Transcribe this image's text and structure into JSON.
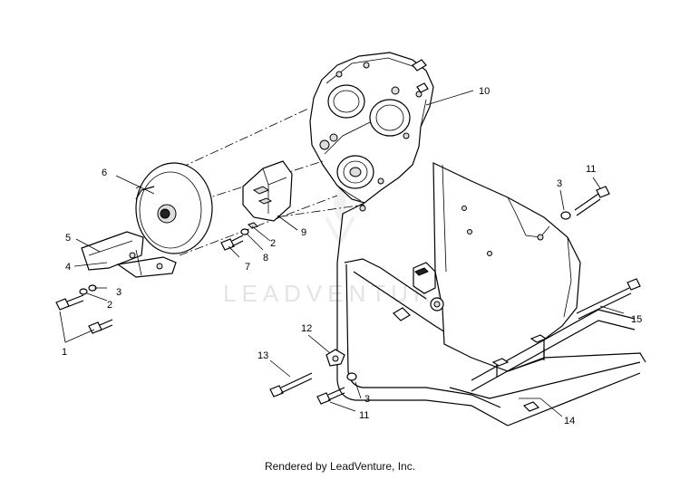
{
  "watermark": "LEADVENTURE",
  "footer": "Rendered by LeadVenture, Inc.",
  "callouts": {
    "c1": "1",
    "c2a": "2",
    "c2b": "2",
    "c3a": "3",
    "c3b": "3",
    "c3c": "3",
    "c4": "4",
    "c5": "5",
    "c6": "6",
    "c7": "7",
    "c8": "8",
    "c9": "9",
    "c10": "10",
    "c11a": "11",
    "c11b": "11",
    "c12": "12",
    "c13": "13",
    "c14": "14",
    "c15": "15"
  }
}
